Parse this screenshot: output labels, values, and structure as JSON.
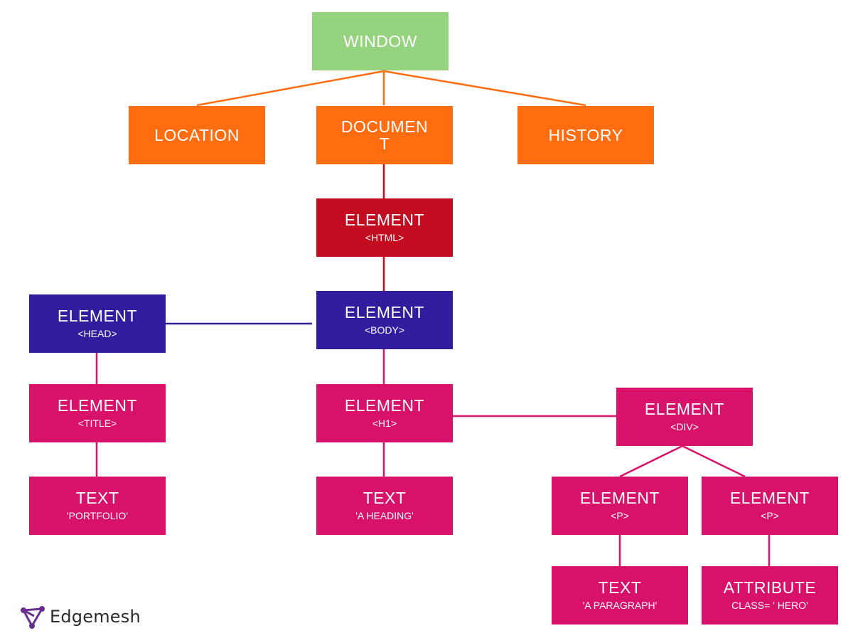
{
  "nodes": {
    "window": {
      "label": "WINDOW"
    },
    "location": {
      "label": "LOCATION"
    },
    "document": {
      "label": "DOCUMENT"
    },
    "history": {
      "label": "HISTORY"
    },
    "html": {
      "label": "ELEMENT",
      "sub": "<HTML>"
    },
    "head": {
      "label": "ELEMENT",
      "sub": "<HEAD>"
    },
    "body": {
      "label": "ELEMENT",
      "sub": "<BODY>"
    },
    "title": {
      "label": "ELEMENT",
      "sub": "<TITLE>"
    },
    "h1": {
      "label": "ELEMENT",
      "sub": "<H1>"
    },
    "div": {
      "label": "ELEMENT",
      "sub": "<DIV>"
    },
    "text_portfolio": {
      "label": "TEXT",
      "sub": "'PORTFOLIO'"
    },
    "text_heading": {
      "label": "TEXT",
      "sub": "'A HEADING'"
    },
    "p1": {
      "label": "ELEMENT",
      "sub": "<P>"
    },
    "p2": {
      "label": "ELEMENT",
      "sub": "<P>"
    },
    "text_paragraph": {
      "label": "TEXT",
      "sub": "'A PARAGRAPH'"
    },
    "attribute": {
      "label": "ATTRIBUTE",
      "sub": "CLASS= ' HERO'"
    }
  },
  "colors": {
    "window": "#95d37e",
    "top_level": "#ff6d10",
    "html": "#c30c1f",
    "head_body": "#321c9e",
    "descendants": "#d8116a"
  },
  "brand": {
    "name": "Edgemesh",
    "icon": "edgemesh-logo-icon"
  }
}
